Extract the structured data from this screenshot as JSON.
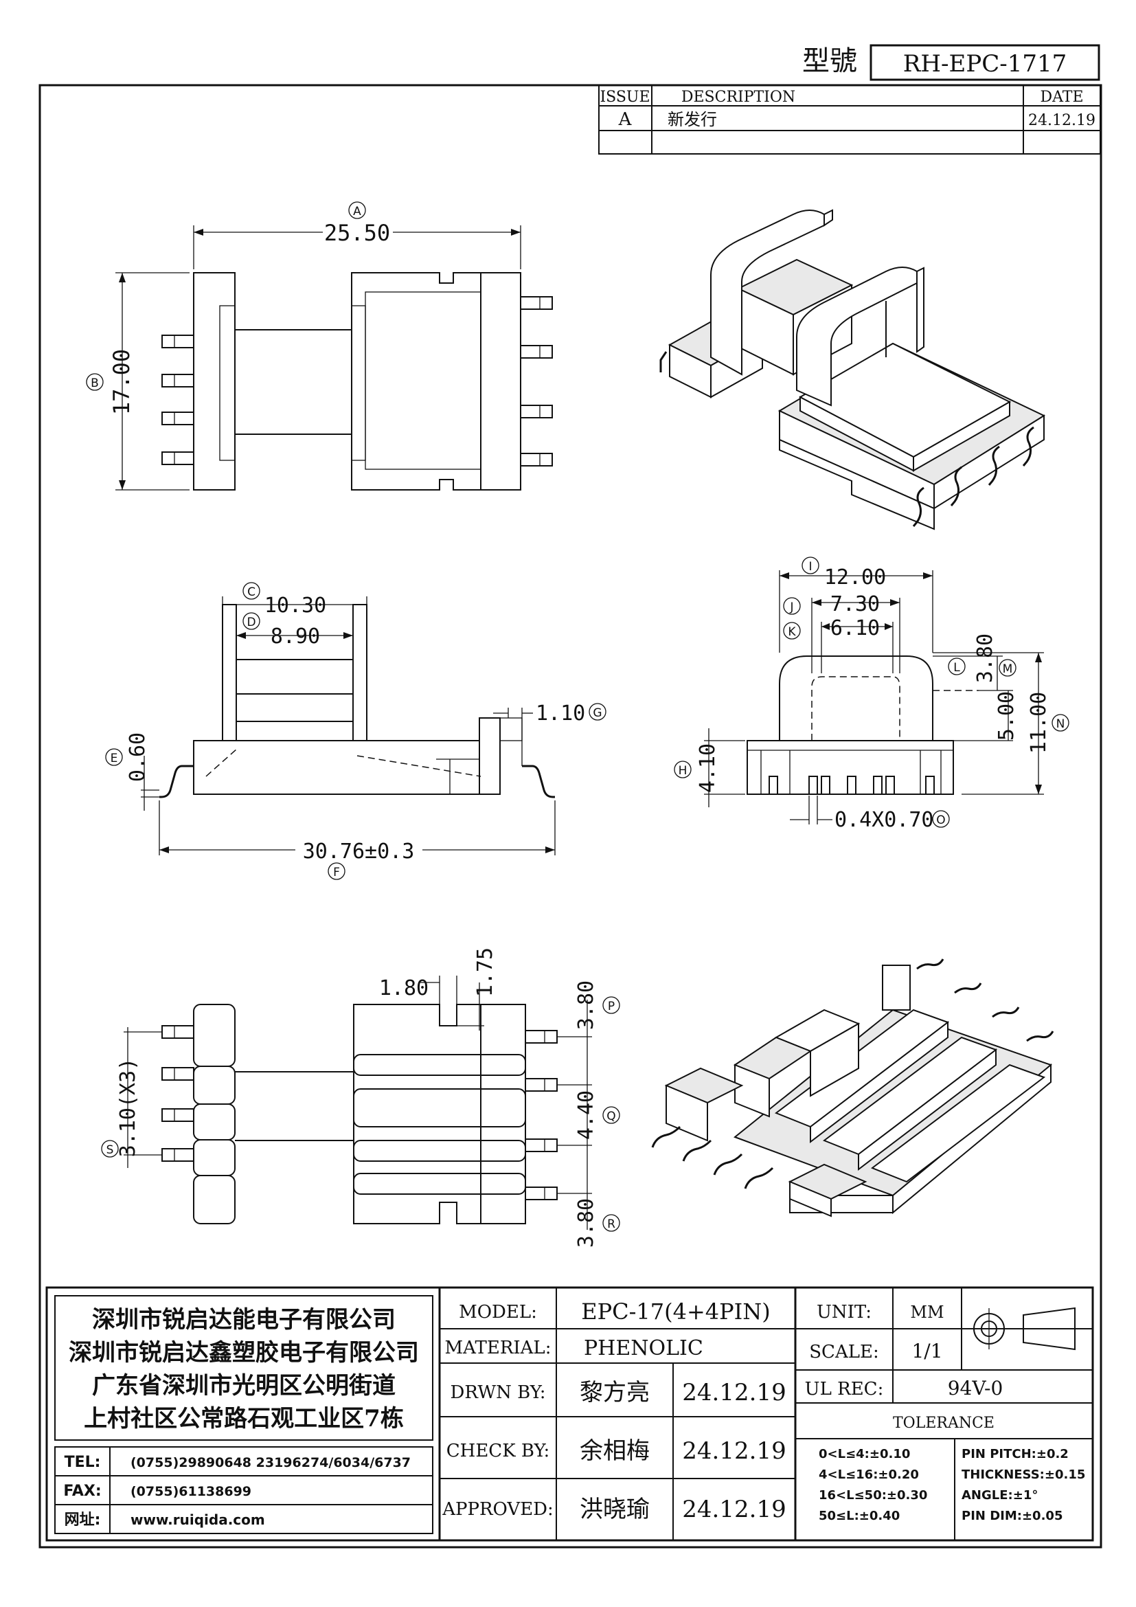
{
  "header": {
    "model_label": "型號",
    "model_value": "RH-EPC-1717"
  },
  "revision": {
    "issue_header": "ISSUE",
    "description_header": "DESCRIPTION",
    "date_header": "DATE",
    "rows": [
      {
        "issue": "A",
        "description": "新发行",
        "date": "24.12.19"
      }
    ]
  },
  "dimensions": {
    "A": {
      "label": "A",
      "value": "25.50"
    },
    "B": {
      "label": "B",
      "value": "17.00"
    },
    "C": {
      "label": "C",
      "value": "10.30"
    },
    "D": {
      "label": "D",
      "value": "8.90"
    },
    "E": {
      "label": "E",
      "value": "0.60"
    },
    "F": {
      "label": "F",
      "value": "30.76±0.3"
    },
    "G": {
      "label": "G",
      "value": "1.10"
    },
    "H": {
      "label": "H",
      "value": "4.10"
    },
    "I": {
      "label": "I",
      "value": "12.00"
    },
    "J": {
      "label": "J",
      "value": "7.30"
    },
    "K": {
      "label": "K",
      "value": "6.10"
    },
    "L": {
      "label": "L",
      "value": "3.80"
    },
    "M": {
      "label": "M",
      "value": "5.00"
    },
    "N": {
      "label": "N",
      "value": "11.00"
    },
    "O": {
      "label": "O",
      "value": "0.4X0.70"
    },
    "P": {
      "label": "P",
      "value": "3.80"
    },
    "Q": {
      "label": "Q",
      "value": "4.40"
    },
    "R": {
      "label": "R",
      "value": "3.80"
    },
    "S": {
      "label": "S",
      "value": "3.10(X3)"
    },
    "slot_w": "1.80",
    "slot_d": "1.75"
  },
  "company": {
    "lines": [
      "深圳市锐启达能电子有限公司",
      "深圳市锐启达鑫塑胶电子有限公司",
      "广东省深圳市光明区公明街道",
      "上村社区公常路石观工业区7栋"
    ],
    "tel_label": "TEL:",
    "tel_value": "(0755)29890648  23196274/6034/6737",
    "fax_label": "FAX:",
    "fax_value": "(0755)61138699",
    "web_label": "网址:",
    "web_value": "www.ruiqida.com"
  },
  "title_block": {
    "model_label": "MODEL:",
    "model_value": "EPC-17(4+4PIN)",
    "material_label": "MATERIAL:",
    "material_value": "PHENOLIC",
    "drawn_label": "DRWN BY:",
    "drawn_name": "黎方亮",
    "drawn_date": "24.12.19",
    "check_label": "CHECK BY:",
    "check_name": "余相梅",
    "check_date": "24.12.19",
    "approved_label": "APPROVED:",
    "approved_name": "洪晓瑜",
    "approved_date": "24.12.19",
    "unit_label": "UNIT:",
    "unit_value": "MM",
    "scale_label": "SCALE:",
    "scale_value": "1/1",
    "ul_label": "UL REC:",
    "ul_value": "94V-0",
    "tolerance_title": "TOLERANCE",
    "tolerance_left": [
      "0<L≤4:±0.10",
      "4<L≤16:±0.20",
      "16<L≤50:±0.30",
      "50≤L:±0.40"
    ],
    "tolerance_right": [
      "PIN PITCH:±0.2",
      "THICKNESS:±0.15",
      "ANGLE:±1°",
      "PIN DIM:±0.05"
    ]
  }
}
